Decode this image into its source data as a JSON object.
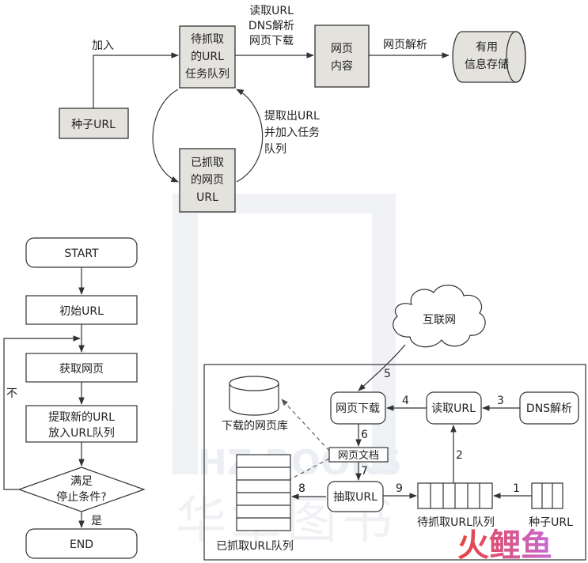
{
  "top": {
    "queue": [
      "待抓取",
      "的URL",
      "任务队列"
    ],
    "seed": "种子URL",
    "add": "加入",
    "read": [
      "读取URL",
      "DNS解析",
      "网页下载"
    ],
    "content": [
      "网页",
      "内容"
    ],
    "parse": "网页解析",
    "store": [
      "有用",
      "信息存储"
    ],
    "extract": [
      "提取出URL",
      "并加入任务",
      "队列"
    ],
    "crawled": [
      "已抓取",
      "的网页",
      "URL"
    ]
  },
  "flow": {
    "start": "START",
    "init": "初始URL",
    "get": "获取网页",
    "extract": [
      "提取新的URL",
      "放入URL队列"
    ],
    "cond": [
      "满足",
      "停止条件?"
    ],
    "no": "不",
    "yes": "是",
    "end": "END"
  },
  "arch": {
    "internet": "互联网",
    "download": "网页下载",
    "read": "读取URL",
    "dns": "DNS解析",
    "lib": "下载的网页库",
    "doc": "网页文档",
    "extract": "抽取URL",
    "crawled": "已抓取URL队列",
    "queue": "待抓取URL队列",
    "seed": "种子URL",
    "nums": [
      "1",
      "2",
      "3",
      "4",
      "5",
      "6",
      "7",
      "8",
      "9"
    ]
  },
  "watermark": {
    "brand_cn": "华章图书",
    "brand_en": "HZ BOOKS",
    "logo_text": "火鲤鱼"
  },
  "colors": {
    "box_fill": "#e4e2dd",
    "stroke": "#333333",
    "logo_red": "#e8413a",
    "logo_grad": "#c86bd8"
  }
}
